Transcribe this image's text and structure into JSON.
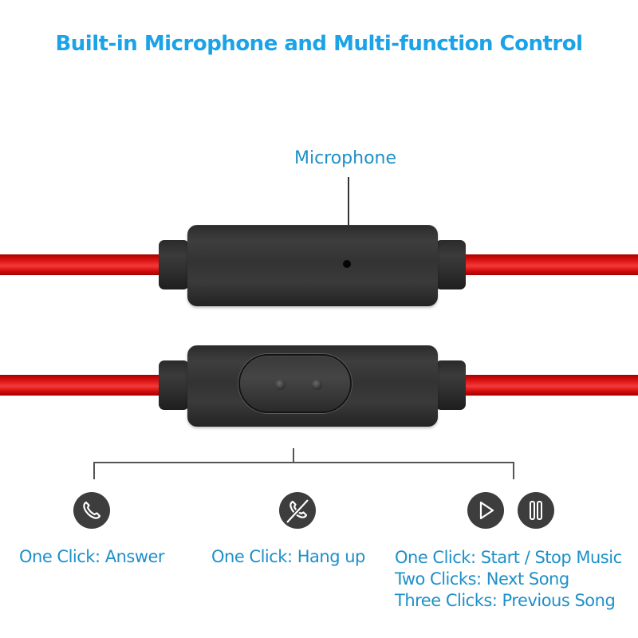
{
  "title": "Built-in Microphone and Multi-function Control",
  "microphone": {
    "label": "Microphone"
  },
  "colors": {
    "title": "#1aa3e8",
    "label": "#1e90c8",
    "cable": "#d90f0f",
    "housing": "#333333",
    "icon_bg": "#3d3d3d"
  },
  "controls": [
    {
      "icon": "phone-answer-icon",
      "lines": [
        "One Click: Answer"
      ]
    },
    {
      "icon": "phone-hangup-icon",
      "lines": [
        "One Click: Hang up"
      ]
    },
    {
      "icons": [
        "play-icon",
        "pause-icon"
      ],
      "lines": [
        "One Click: Start / Stop Music",
        "Two Clicks: Next Song",
        "Three Clicks: Previous Song"
      ]
    }
  ]
}
